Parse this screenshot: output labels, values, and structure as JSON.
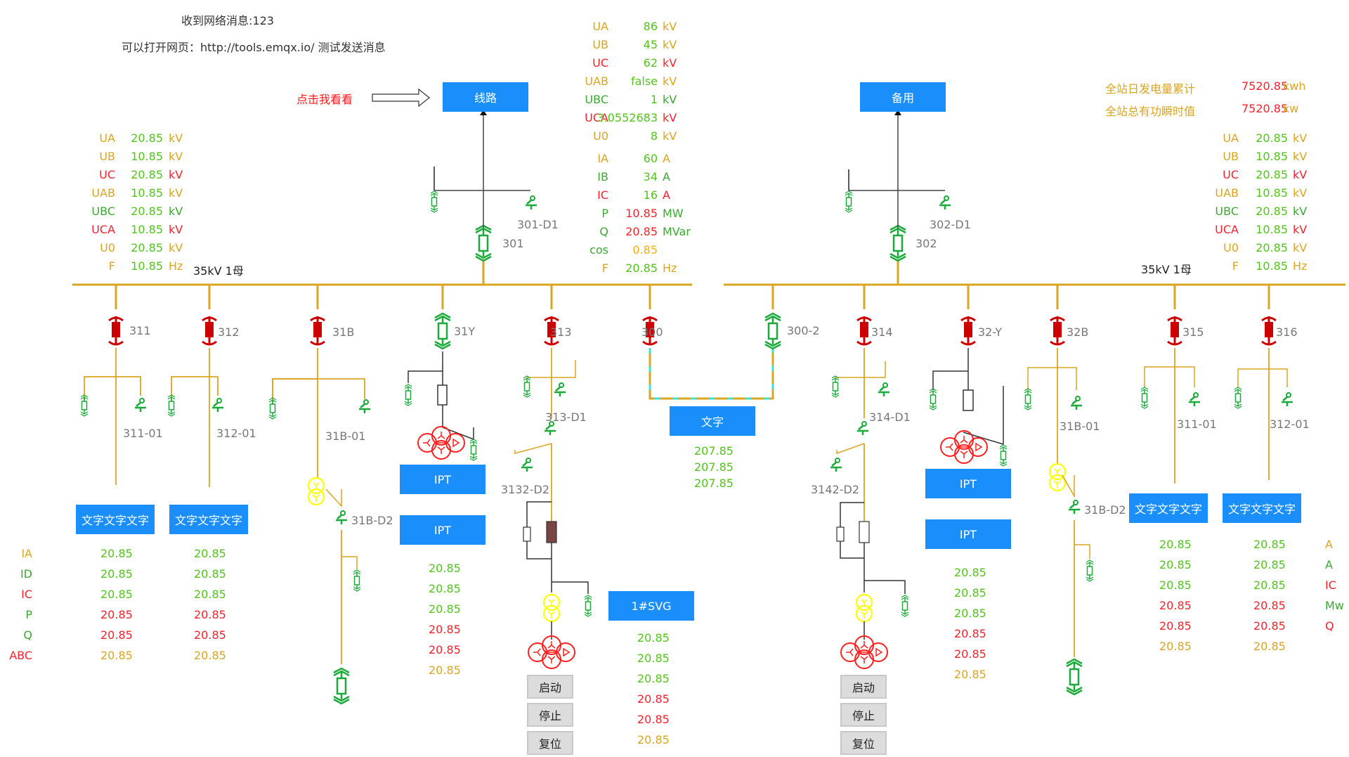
{
  "header": {
    "network_message": "收到网络消息:123",
    "test_hint": "可以打开网页：http://tools.emqx.io/  测试发送消息",
    "click_hint": "点击我看看"
  },
  "colors": {
    "bus": "#daa520",
    "breaker_closed": "#cc0000",
    "breaker_open": "#1aaa3a",
    "button_blue": "#1a8ffb",
    "transformer_yellow": "#ffff00",
    "transformer_red": "#ff2020",
    "cyan_dash": "#40e0d0"
  },
  "top_buttons": {
    "line": "线路",
    "standby": "备用"
  },
  "station_totals": [
    {
      "label": "全站日发电量累计",
      "value": "7520.85",
      "unit": "kwh"
    },
    {
      "label": "全站总有功瞬时值",
      "value": "7520.85",
      "unit": "kw"
    }
  ],
  "left_bus_measurements": [
    {
      "label": "UA",
      "value": "20.85",
      "unit": "kV"
    },
    {
      "label": "UB",
      "value": "10.85",
      "unit": "kV"
    },
    {
      "label": "UC",
      "value": "20.85",
      "unit": "kV"
    },
    {
      "label": "UAB",
      "value": "10.85",
      "unit": "kV"
    },
    {
      "label": "UBC",
      "value": "20.85",
      "unit": "kV"
    },
    {
      "label": "UCA",
      "value": "10.85",
      "unit": "kV"
    },
    {
      "label": "U0",
      "value": "20.85",
      "unit": "kV"
    },
    {
      "label": "F",
      "value": "10.85",
      "unit": "Hz"
    }
  ],
  "right_bus_measurements": [
    {
      "label": "UA",
      "value": "20.85",
      "unit": "kV"
    },
    {
      "label": "UB",
      "value": "10.85",
      "unit": "kV"
    },
    {
      "label": "UC",
      "value": "20.85",
      "unit": "kV"
    },
    {
      "label": "UAB",
      "value": "10.85",
      "unit": "kV"
    },
    {
      "label": "UBC",
      "value": "20.85",
      "unit": "kV"
    },
    {
      "label": "UCA",
      "value": "10.85",
      "unit": "kV"
    },
    {
      "label": "U0",
      "value": "20.85",
      "unit": "kV"
    },
    {
      "label": "F",
      "value": "10.85",
      "unit": "Hz"
    }
  ],
  "line_measurements": [
    {
      "label": "UA",
      "value": "86",
      "unit": "kV"
    },
    {
      "label": "UB",
      "value": "45",
      "unit": "kV"
    },
    {
      "label": "UC",
      "value": "62",
      "unit": "kV"
    },
    {
      "label": "UAB",
      "value": "false",
      "unit": "kV"
    },
    {
      "label": "UBC",
      "value": "1",
      "unit": "kV"
    },
    {
      "label": "UCA",
      "value": "3.0552683",
      "unit": "kV"
    },
    {
      "label": "U0",
      "value": "8",
      "unit": "kV"
    },
    {
      "label": "IA",
      "value": "60",
      "unit": "A"
    },
    {
      "label": "IB",
      "value": "34",
      "unit": "A"
    },
    {
      "label": "IC",
      "value": "16",
      "unit": "A"
    },
    {
      "label": "P",
      "value": "10.85",
      "unit": "MW"
    },
    {
      "label": "Q",
      "value": "20.85",
      "unit": "MVar"
    },
    {
      "label": "cos",
      "value": "0.85",
      "unit": ""
    },
    {
      "label": "F",
      "value": "20.85",
      "unit": "Hz"
    }
  ],
  "bus_labels": {
    "left": "35kV 1母",
    "right": "35kV 1母"
  },
  "devices": {
    "incoming_left": {
      "breaker": "301",
      "earth": "301-D1"
    },
    "incoming_right": {
      "breaker": "302",
      "earth": "302-D1"
    },
    "feeders": [
      {
        "id": "311",
        "sub": "311-01",
        "button": "文字文字文字"
      },
      {
        "id": "312",
        "sub": "312-01",
        "button": "文字文字文字"
      },
      {
        "id": "31B",
        "sub": "31B-01",
        "sub2": "31B-D2"
      },
      {
        "id": "31Y",
        "button1": "IPT",
        "button2": "IPT"
      },
      {
        "id": "313",
        "sub": "313-D1",
        "sub2": "3132-D2"
      },
      {
        "id": "300",
        "button": "文字"
      },
      {
        "id": "300-2"
      },
      {
        "id": "314",
        "sub": "314-D1",
        "sub2": "3142-D2"
      },
      {
        "id": "32-Y",
        "button1": "IPT",
        "button2": "IPT"
      },
      {
        "id": "32B",
        "sub": "31B-01",
        "sub2": "31B-D2"
      },
      {
        "id": "315",
        "sub": "311-01",
        "button": "文字文字文字"
      },
      {
        "id": "316",
        "sub": "312-01",
        "button": "文字文字文字"
      }
    ]
  },
  "svg_button": "1#SVG",
  "control_buttons": [
    "启动",
    "停止",
    "复位"
  ],
  "tie_values": [
    "207.85",
    "207.85",
    "207.85"
  ],
  "left_table": {
    "row_labels": [
      "IA",
      "ID",
      "IC",
      "P",
      "Q",
      "ABC"
    ],
    "col1": [
      "20.85",
      "20.85",
      "20.85",
      "20.85",
      "20.85",
      "20.85"
    ],
    "col2": [
      "20.85",
      "20.85",
      "20.85",
      "20.85",
      "20.85",
      "20.85"
    ]
  },
  "right_table": {
    "row_units": [
      "A",
      "A",
      "IC",
      "Mw",
      "Q",
      ""
    ],
    "col1": [
      "20.85",
      "20.85",
      "20.85",
      "20.85",
      "20.85",
      "20.85"
    ],
    "col2": [
      "20.85",
      "20.85",
      "20.85",
      "20.85",
      "20.85",
      "20.85"
    ]
  },
  "ipt_left_values": [
    "20.85",
    "20.85",
    "20.85",
    "20.85",
    "20.85",
    "20.85"
  ],
  "ipt_right_values": [
    "20.85",
    "20.85",
    "20.85",
    "20.85",
    "20.85",
    "20.85"
  ],
  "svg_values": [
    "20.85",
    "20.85",
    "20.85",
    "20.85",
    "20.85",
    "20.85"
  ]
}
